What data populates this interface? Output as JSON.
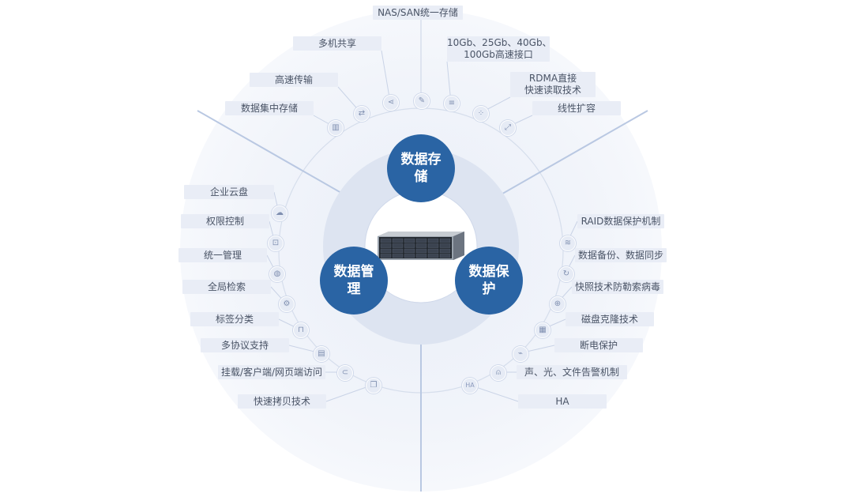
{
  "hubs": {
    "storage": "数据存储",
    "management": "数据管理",
    "protection": "数据保护"
  },
  "center_image": "rack-server",
  "top_features": [
    {
      "label": "NAS/SAN统一存储",
      "icon": "edit-icon"
    },
    {
      "label": "多机共享",
      "icon": "share-icon"
    },
    {
      "label": "10Gb、25Gb、40Gb、\n100Gb高速接口",
      "icon": "sliders-icon"
    },
    {
      "label": "高速传输",
      "icon": "transfer-icon"
    },
    {
      "label": "RDMA直接\n快速读取技术",
      "icon": "dots-circle-icon"
    },
    {
      "label": "数据集中存储",
      "icon": "bar-chart-icon"
    },
    {
      "label": "线性扩容",
      "icon": "expand-icon"
    }
  ],
  "left_features": [
    {
      "label": "企业云盘",
      "icon": "cloud-icon"
    },
    {
      "label": "权限控制",
      "icon": "lock-icon"
    },
    {
      "label": "统一管理",
      "icon": "user-icon"
    },
    {
      "label": "全局检索",
      "icon": "gear-icon"
    },
    {
      "label": "标签分类",
      "icon": "bookmark-icon"
    },
    {
      "label": "多协议支持",
      "icon": "document-icon"
    },
    {
      "label": "挂载/客户端/网页端访问",
      "icon": "link-icon"
    },
    {
      "label": "快速拷贝技术",
      "icon": "copy-icon"
    }
  ],
  "right_features": [
    {
      "label": "RAID数据保护机制",
      "icon": "database-icon"
    },
    {
      "label": "数据备份、数据同步",
      "icon": "sync-icon"
    },
    {
      "label": "快照技术防勒索病毒",
      "icon": "shield-icon"
    },
    {
      "label": "磁盘克隆技术",
      "icon": "disk-icon"
    },
    {
      "label": "断电保护",
      "icon": "power-icon"
    },
    {
      "label": "声、光、文件告警机制",
      "icon": "alarm-icon"
    },
    {
      "label": "HA",
      "icon_text": "HA"
    }
  ],
  "colors": {
    "hub": "#2a64a4",
    "tag_bg": "#e9edf6",
    "ring_outer": "#f1f4fa",
    "ring_mid": "#dde4f1",
    "line": "#c9d3e6",
    "text": "#4a5466"
  }
}
